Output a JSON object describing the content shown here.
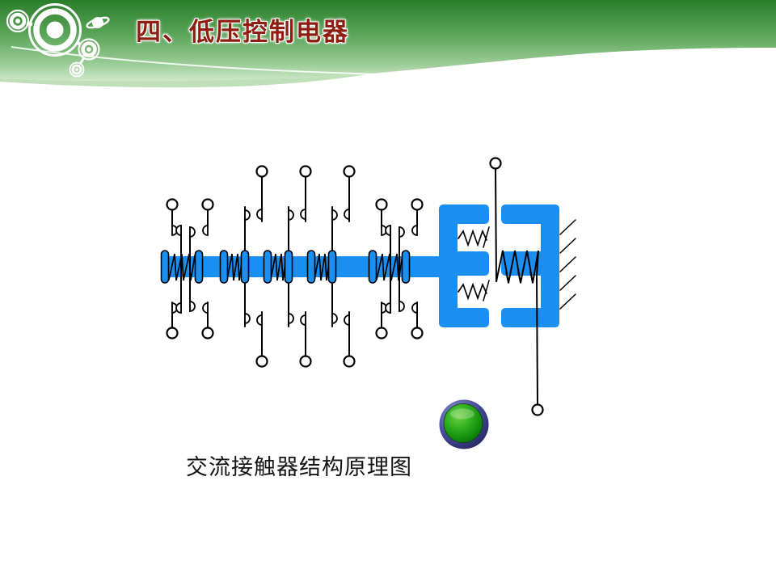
{
  "header": {
    "title": "四、低压控制电器",
    "icons": [
      "decorative-circles",
      "planet-icon"
    ]
  },
  "caption": {
    "text": "交流接触器结构原理图"
  },
  "button": {
    "name": "green-action-button"
  },
  "theme": {
    "diagram_blue": "#1b8ef2",
    "title_red": "#8e1d12",
    "header_green_top": "#2a7e2a",
    "header_green_bottom": "#cfe8ca",
    "button_green": "#2fae1e",
    "button_ring_blue": "#4a4f9e",
    "line_color": "#000000"
  }
}
